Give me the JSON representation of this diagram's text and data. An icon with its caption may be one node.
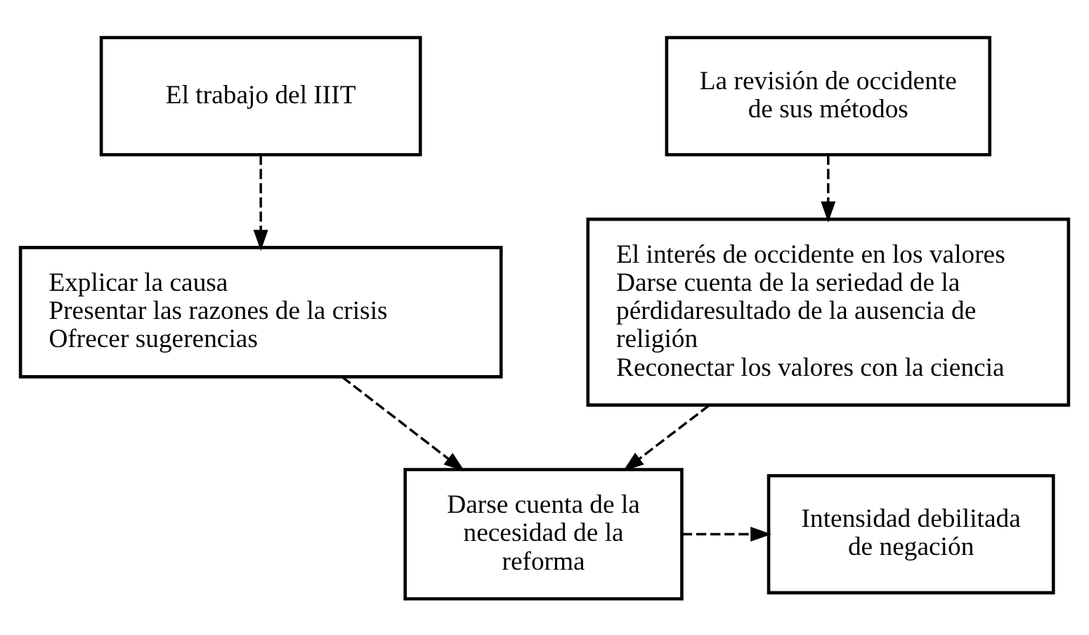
{
  "diagram": {
    "nodes": [
      {
        "text": [
          "El trabajo del IIIT"
        ]
      },
      {
        "text": [
          "La revisión de occidente de sus métodos"
        ]
      },
      {
        "text": [
          "Explicar la causa",
          "Presentar las razones de la crisis",
          "Ofrecer sugerencias"
        ]
      },
      {
        "text": [
          "El interés de occidente en los valores",
          "Darse cuenta de la seriedad de la pérdidaresultado de la ausencia de religión",
          "Reconectar los valores con la ciencia"
        ]
      },
      {
        "text": [
          "Darse cuenta de la necesidad de la reforma"
        ]
      },
      {
        "text": [
          "Intensidad debilitada de negación"
        ]
      }
    ],
    "edges": [
      {
        "from": 0,
        "to": 2,
        "arrow": "to",
        "style": "dashed"
      },
      {
        "from": 1,
        "to": 3,
        "arrow": "to",
        "style": "dashed"
      },
      {
        "from": 2,
        "to": 4,
        "arrow": "to",
        "style": "dashed"
      },
      {
        "from": 3,
        "to": 4,
        "arrow": "to",
        "style": "dashed"
      },
      {
        "from": 4,
        "to": 5,
        "arrow": "to",
        "style": "dashed"
      }
    ]
  }
}
